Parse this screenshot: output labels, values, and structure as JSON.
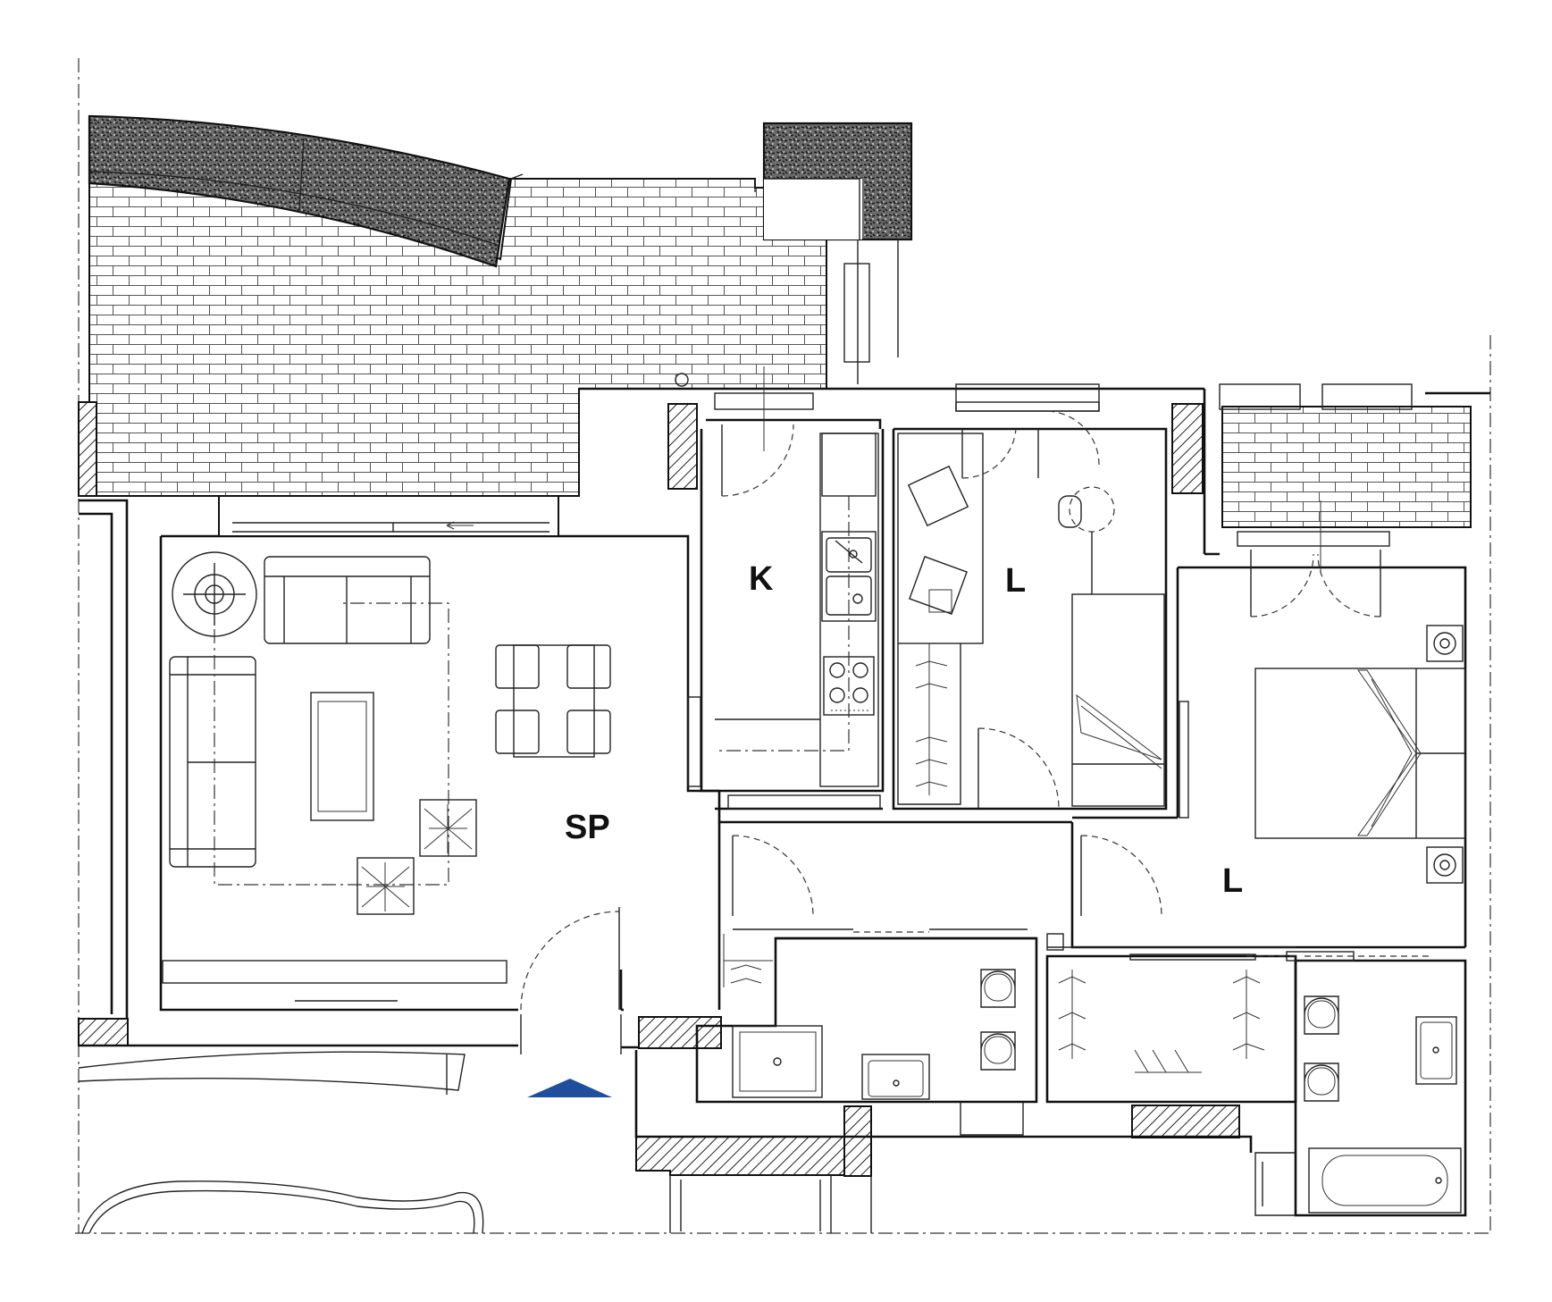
{
  "rooms": {
    "kitchen": "K",
    "middle_room": "L",
    "living": "SP",
    "bedroom": "L"
  },
  "colors": {
    "line": "#111111",
    "entrance_marker": "#1f4e9c"
  },
  "icons": [
    "entrance-arrow-icon"
  ]
}
